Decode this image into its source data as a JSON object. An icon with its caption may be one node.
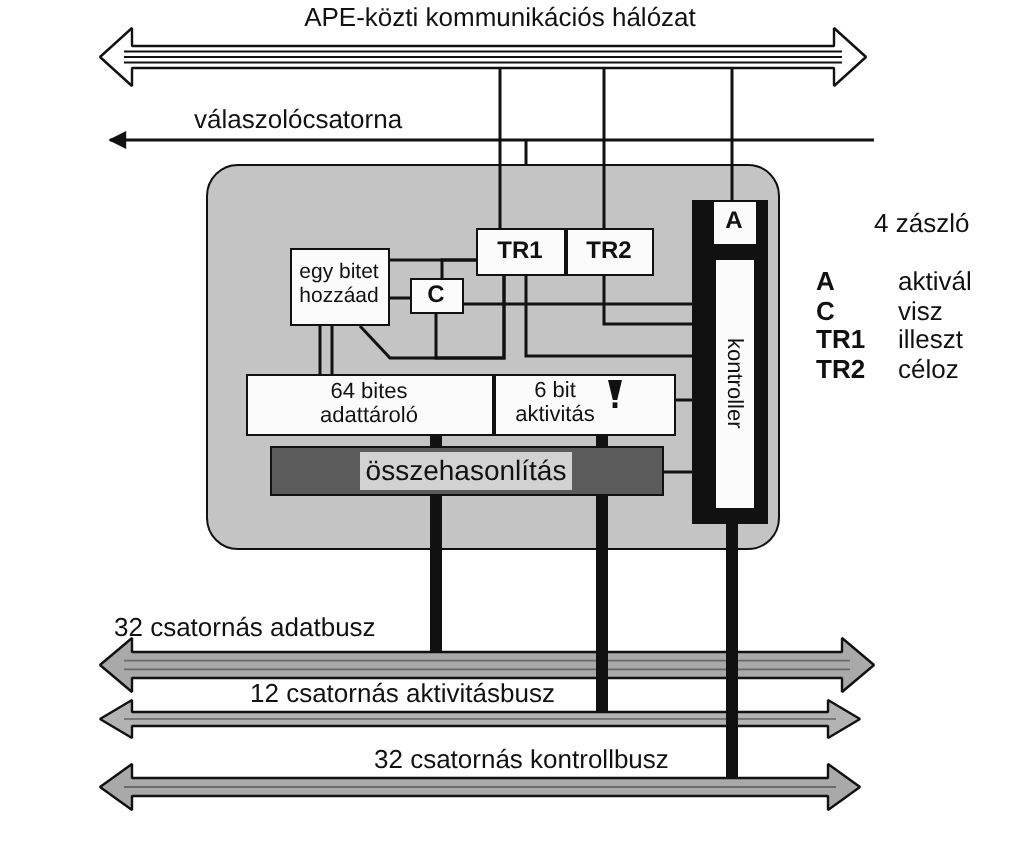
{
  "diagram": {
    "nodes": [
      {
        "text": [
          "APE-közti kommunikációs hálózat"
        ]
      },
      {
        "text": [],
        "shape": "box"
      },
      {
        "text": [
          "egy bitet hozzáad"
        ],
        "in": 1
      },
      {
        "text": [
          "C"
        ],
        "in": 1
      },
      {
        "text": [
          "TR1"
        ],
        "in": 1
      },
      {
        "text": [
          "TR2"
        ],
        "in": 1
      },
      {
        "text": [
          "kontroller"
        ],
        "in": 1
      },
      {
        "text": [
          "A"
        ],
        "in": 6
      },
      {
        "text": [
          "64 bites adattároló"
        ],
        "in": 1
      },
      {
        "text": [
          "6 bit aktivitás"
        ],
        "in": 1
      },
      {
        "text": [
          "összehasonlítás"
        ],
        "in": 1
      },
      {
        "text": [
          "32 csatornás adatbusz"
        ]
      },
      {
        "text": [
          "12 csatornás aktivitásbusz"
        ]
      },
      {
        "text": [
          "32 csatornás kontrollbusz"
        ]
      }
    ],
    "edges": [
      {
        "from": 4,
        "to": 0,
        "arrow": "none"
      },
      {
        "from": 5,
        "to": 0,
        "arrow": "none"
      },
      {
        "from": 7,
        "to": 0,
        "arrow": "none"
      },
      {
        "from": 1,
        "to": null,
        "arrow": "to",
        "label": "válaszolócsatorna"
      },
      {
        "from": 2,
        "to": 4,
        "arrow": "none"
      },
      {
        "from": 2,
        "to": 3,
        "arrow": "none"
      },
      {
        "from": 3,
        "to": 4,
        "arrow": "none"
      },
      {
        "from": 2,
        "to": 4,
        "arrow": "none"
      },
      {
        "from": 3,
        "to": 4,
        "arrow": "none"
      },
      {
        "from": 3,
        "to": 6,
        "arrow": "none"
      },
      {
        "from": 4,
        "to": 6,
        "arrow": "none"
      },
      {
        "from": 5,
        "to": 6,
        "arrow": "none"
      },
      {
        "from": 2,
        "to": 8,
        "arrow": "none"
      },
      {
        "from": 9,
        "to": 6,
        "arrow": "none"
      },
      {
        "from": 10,
        "to": 6,
        "arrow": "none"
      },
      {
        "from": 8,
        "to": 10,
        "arrow": "none",
        "style": "thick"
      },
      {
        "from": 9,
        "to": 10,
        "arrow": "none",
        "style": "thick"
      },
      {
        "from": 10,
        "to": 11,
        "arrow": "none",
        "style": "thick"
      },
      {
        "from": 10,
        "to": 12,
        "arrow": "none",
        "style": "thick"
      },
      {
        "from": 6,
        "to": 13,
        "arrow": "none",
        "style": "thick"
      }
    ],
    "labels": [
      "4 zászló",
      "A",
      "aktivál",
      "C",
      "visz",
      "TR1",
      "illeszt",
      "TR2",
      "céloz"
    ]
  }
}
